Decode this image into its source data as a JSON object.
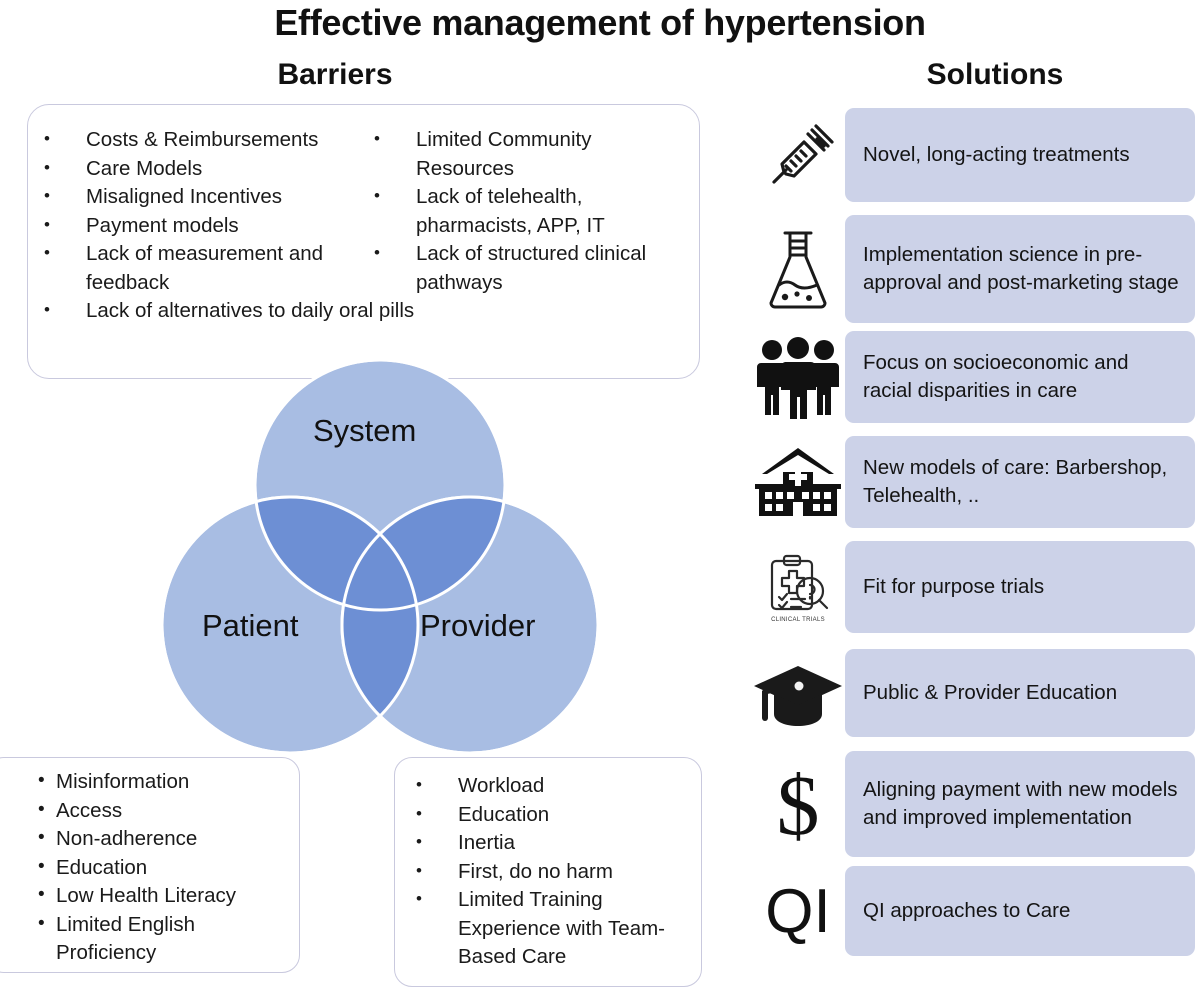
{
  "title": "Effective management of hypertension",
  "columns": {
    "barriers_heading": "Barriers",
    "solutions_heading": "Solutions"
  },
  "colors": {
    "circle_fill": "#a8bde3",
    "circle_overlap": "#6d8fd4",
    "solution_box": "#ccd2e8",
    "box_border": "#c9c9de",
    "text": "#111111"
  },
  "barriers": {
    "system_box": {
      "left_column": [
        "Costs & Reimbursements",
        "Care Models",
        "Misaligned Incentives",
        "Payment models",
        "Lack of measurement and feedback",
        "Lack of alternatives to daily oral pills"
      ],
      "right_column": [
        "Limited Community Resources",
        "Lack of telehealth, pharmacists, APP, IT",
        "Lack of structured clinical pathways"
      ]
    },
    "patient_box": [
      "Misinformation",
      "Access",
      "Non-adherence",
      "Education",
      "Low Health Literacy",
      "Limited English Proficiency"
    ],
    "provider_box": [
      "Workload",
      "Education",
      "Inertia",
      "First, do no harm",
      "Limited Training Experience with Team-Based Care"
    ]
  },
  "venn": {
    "system": "System",
    "patient": "Patient",
    "provider": "Provider"
  },
  "solutions": [
    {
      "icon": "syringe-icon",
      "text": "Novel, long-acting treatments"
    },
    {
      "icon": "flask-icon",
      "text": "Implementation science in pre-approval and post-marketing stage"
    },
    {
      "icon": "people-group-icon",
      "text": "Focus on socioeconomic and racial disparities in care"
    },
    {
      "icon": "hospital-icon",
      "text": "New models of care: Barbershop, Telehealth, .."
    },
    {
      "icon": "clinical-trials-icon",
      "text": "Fit for purpose trials",
      "icon_caption": "CLINICAL TRIALS"
    },
    {
      "icon": "graduation-cap-icon",
      "text": "Public & Provider Education"
    },
    {
      "icon": "dollar-sign-icon",
      "text": "Aligning payment with new models and improved implementation"
    },
    {
      "icon": "qi-text-icon",
      "text": "QI approaches to Care",
      "icon_glyph": "QI"
    }
  ]
}
